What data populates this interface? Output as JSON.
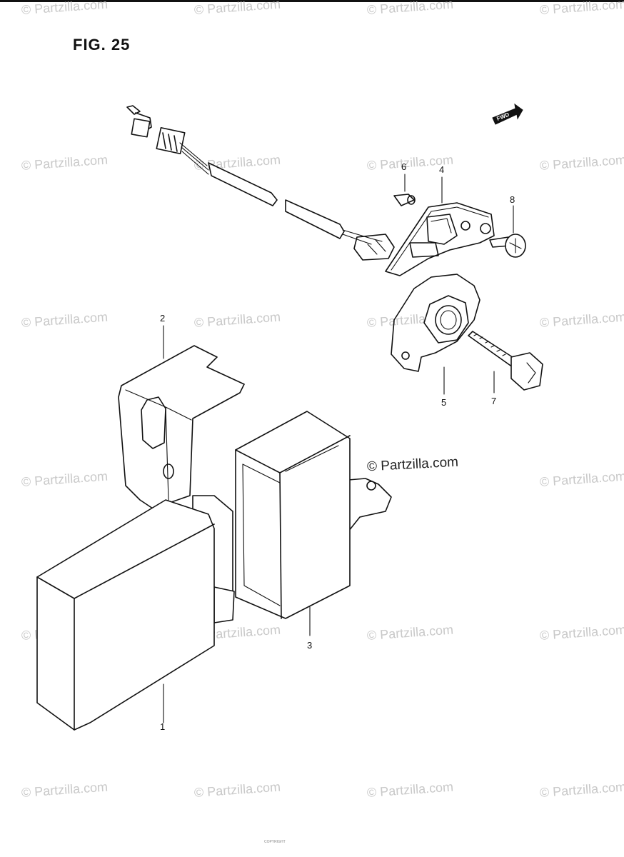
{
  "figure": {
    "title": "FIG. 25"
  },
  "callouts": {
    "c1": "1",
    "c2": "2",
    "c3": "3",
    "c4": "4",
    "c5": "5",
    "c6": "6",
    "c7": "7",
    "c8": "8"
  },
  "fwd_label": "FWD",
  "watermark": {
    "text": "© Partzilla.com",
    "strong_text": "© Partzilla.com"
  },
  "footer_note": "COPYRIGHT"
}
